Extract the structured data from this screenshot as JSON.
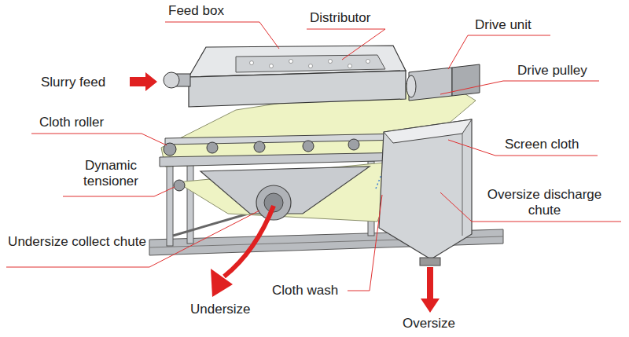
{
  "diagram": {
    "labels": [
      "Feed box",
      "Distributor",
      "Drive unit",
      "Slurry feed",
      "Drive pulley",
      "Cloth roller",
      "Screen cloth",
      "Dynamic tensioner",
      "Oversize discharge chute",
      "Undersize collect chute",
      "Cloth wash",
      "Undersize",
      "Oversize"
    ]
  }
}
